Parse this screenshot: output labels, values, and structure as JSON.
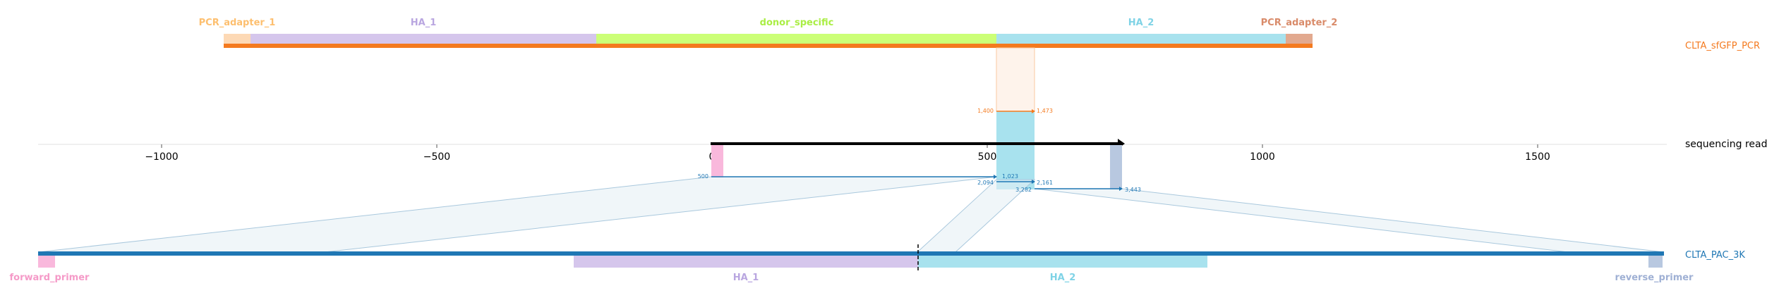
{
  "top_construct": {
    "name": "CLTA_sfGFP_PCR",
    "features": [
      {
        "label": "PCR_adapter_1",
        "color": "#fdd9b5"
      },
      {
        "label": "HA_1",
        "color": "#d5c6ec"
      },
      {
        "label": "donor_specific",
        "color": "#ccff77"
      },
      {
        "label": "HA_2",
        "color": "#a8e2ee"
      },
      {
        "label": "PCR_adapter_2",
        "color": "#e2a98f"
      }
    ],
    "label_colors": [
      "#fdbf6f",
      "#b9a6e0",
      "#aaee44",
      "#7fd3e6",
      "#d98b6a"
    ],
    "backbone_color": "#f47a1f"
  },
  "read": {
    "name": "sequencing read",
    "axis_ticks": [
      "−1000",
      "−500",
      "0",
      "500",
      "1000",
      "1500"
    ]
  },
  "alignments": [
    {
      "ref_start": "1,400",
      "ref_end": "1,473",
      "color": "#f47a1f"
    },
    {
      "ref_start": "500",
      "ref_end": "1,023",
      "color": "#1f77b4"
    },
    {
      "ref_start": "2,094",
      "ref_end": "2,161",
      "color": "#1f77b4"
    },
    {
      "ref_start": "3,282",
      "ref_end": "3,443",
      "color": "#1f77b4"
    }
  ],
  "bottom_construct": {
    "name": "CLTA_PAC_3K",
    "features": [
      {
        "label": "forward_primer",
        "color": "#f9b8dc"
      },
      {
        "label": "HA_1",
        "color": "#d5c6ec"
      },
      {
        "label": "HA_2",
        "color": "#a8e2ee"
      },
      {
        "label": "reverse_primer",
        "color": "#b8c8e0"
      }
    ],
    "label_colors": [
      "#f59ac8",
      "#b9a6e0",
      "#7fd3e6",
      "#9fb0d4"
    ],
    "backbone_color": "#1f77b4"
  }
}
